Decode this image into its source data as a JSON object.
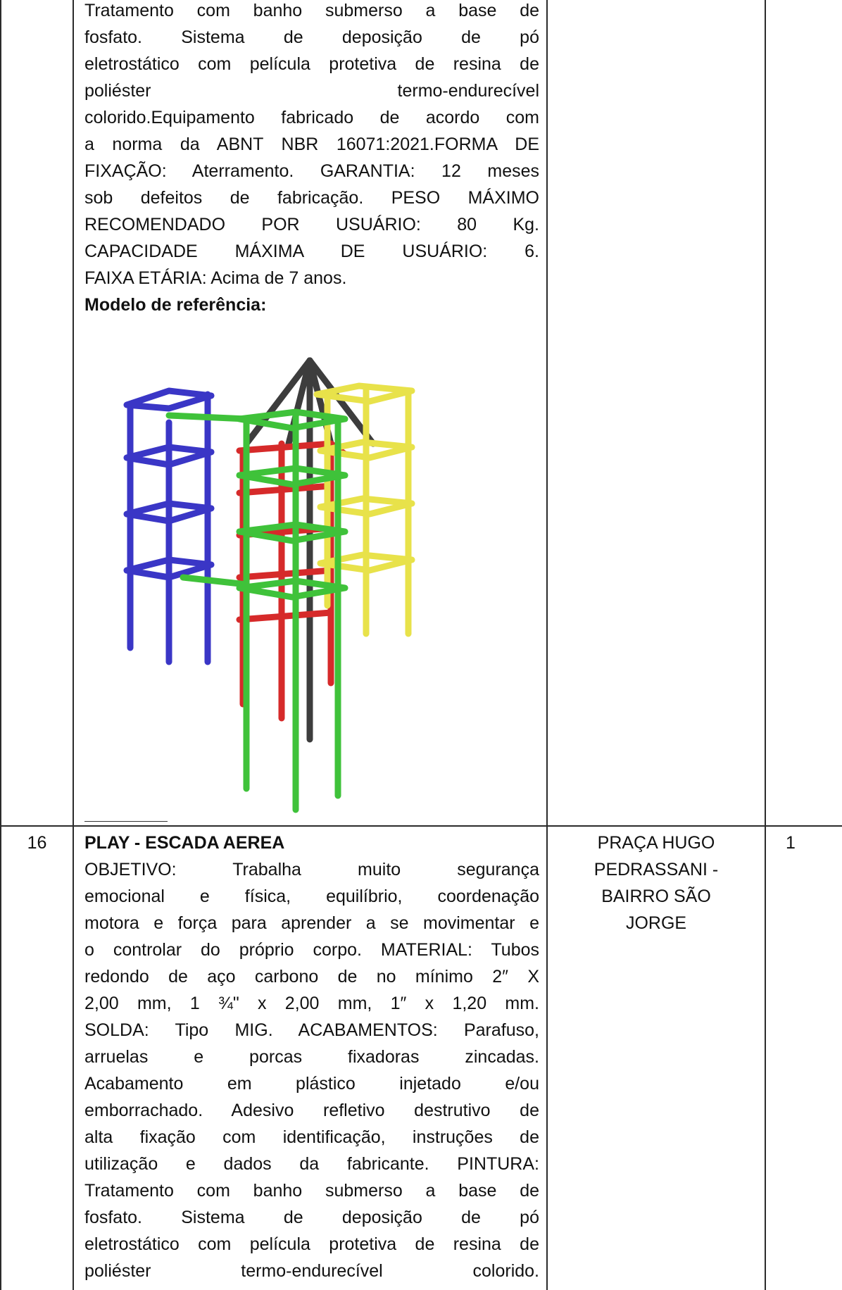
{
  "row_prev": {
    "desc_lines": [
      "Tratamento com banho submerso a base de",
      "fosfato.  Sistema  de  deposição  de  pó",
      "eletrostático com película protetiva de resina de",
      "poliéster                              termo-endurecível",
      "colorido.Equipamento fabricado de acordo com",
      "a norma da ABNT NBR 16071:2021.FORMA DE",
      "FIXAÇÃO: Aterramento. GARANTIA: 12 meses",
      "sob defeitos de fabricação. PESO MÁXIMO",
      "RECOMENDADO  POR  USUÁRIO:  80  Kg.",
      "CAPACIDADE  MÁXIMA  DE  USUÁRIO:  6.",
      "FAIXA ETÁRIA: Acima de 7 anos."
    ],
    "reference_label": "Modelo de referência:"
  },
  "row_16": {
    "item": "16",
    "title": "PLAY - ESCADA AEREA",
    "location_lines": [
      "PRAÇA HUGO",
      "PEDRASSANI -",
      "BAIRRO SÃO",
      "JORGE"
    ],
    "quantity": "1",
    "desc_lines": [
      "OBJETIVO:  Trabalha  muito  segurança",
      "emocional e física, equilíbrio, coordenação",
      "motora e força para aprender a se movimentar e",
      "o controlar do próprio corpo. MATERIAL: Tubos",
      "redondo de aço carbono de no mínimo 2″ X",
      "2,00 mm, 1 ¾\" x 2,00 mm, 1″ x 1,20 mm.",
      "SOLDA: Tipo MIG. ACABAMENTOS: Parafuso,",
      "arruelas  e  porcas  fixadoras  zincadas.",
      "Acabamento  em  plástico  injetado  e/ou",
      "emborrachado. Adesivo refletivo destrutivo de",
      "alta fixação com identificação, instruções de",
      "utilização e dados da fabricante. PINTURA:",
      "Tratamento com banho submerso a base de",
      "fosfato.  Sistema  de  deposição  de  pó",
      "eletrostático com película protetiva de resina de",
      "poliéster        termo-endurecível        colorido."
    ]
  }
}
